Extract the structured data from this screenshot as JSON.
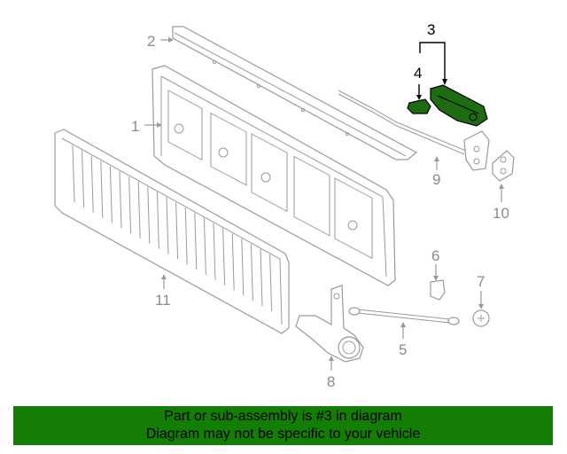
{
  "callouts": {
    "c1": "1",
    "c2": "2",
    "c3": "3",
    "c4": "4",
    "c5": "5",
    "c6": "6",
    "c7": "7",
    "c8": "8",
    "c9": "9",
    "c10": "10",
    "c11": "11"
  },
  "highlight_color": "#1f6b14",
  "banner": {
    "background": "#137d05",
    "line1": "Part or sub-assembly is #3 in diagram",
    "line2": "Diagram may not be specific to your vehicle"
  }
}
